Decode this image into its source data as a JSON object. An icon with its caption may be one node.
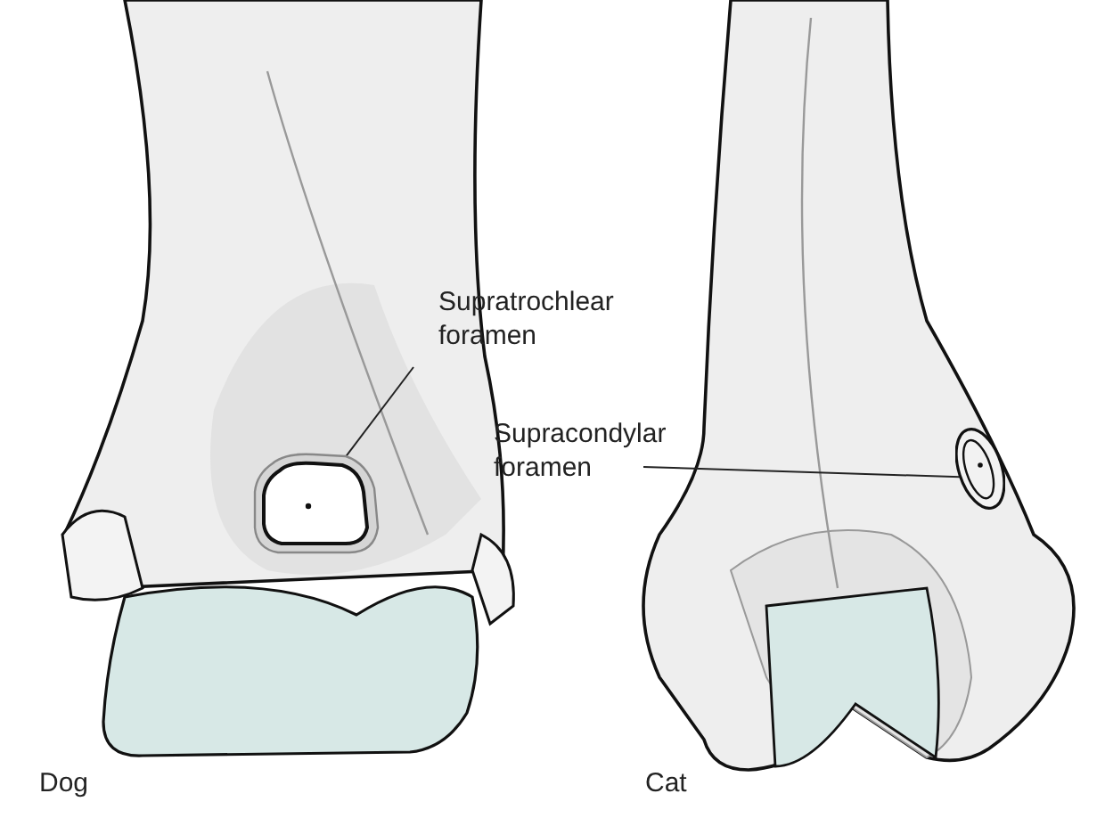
{
  "diagram": {
    "nodes": [
      {
        "text": [
          "Supratrochlear foramen"
        ]
      },
      {
        "text": [],
        "shape": "hole"
      },
      {
        "text": [
          "Supracondylar foramen"
        ]
      },
      {
        "text": [],
        "shape": "ellipse"
      }
    ],
    "edges": [
      {
        "from": 0,
        "to": 1,
        "arrow": "none"
      },
      {
        "from": 2,
        "to": 3,
        "arrow": "none"
      }
    ],
    "labels": [
      "Dog",
      "Cat"
    ]
  }
}
